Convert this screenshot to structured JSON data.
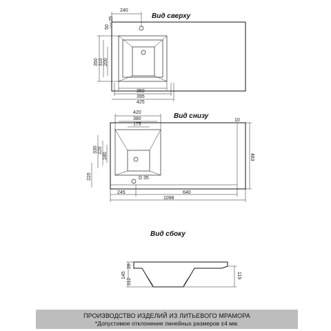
{
  "views": {
    "top": {
      "title": "Вид сверху",
      "dims": {
        "d240": "240",
        "d25": "25",
        "d50": "50",
        "d350v": "350",
        "d310": "310",
        "d200": "200",
        "d350h": "350",
        "d395": "395",
        "d425": "425"
      }
    },
    "bottom": {
      "title": "Вид снизу",
      "dims": {
        "d420": "420",
        "d380": "380",
        "d175": "175",
        "d10": "10",
        "d330": "330",
        "d220a": "220",
        "d180": "180",
        "d220b": "220",
        "d483": "483",
        "d35": "D 35",
        "d245": "245",
        "d640": "640",
        "d1098": "1098"
      }
    },
    "side": {
      "title": "Вид сбоку",
      "dims": {
        "d145": "145",
        "d112": "112",
        "d28": "28",
        "d119": "119"
      }
    }
  },
  "footer": {
    "line1": "ПРОИЗВОДСТВО ИЗДЕЛИЙ ИЗ ЛИТЬЕВОГО МРАМОРА",
    "line2": "*Допустимое отклонение линейных размеров ±4 мм."
  }
}
